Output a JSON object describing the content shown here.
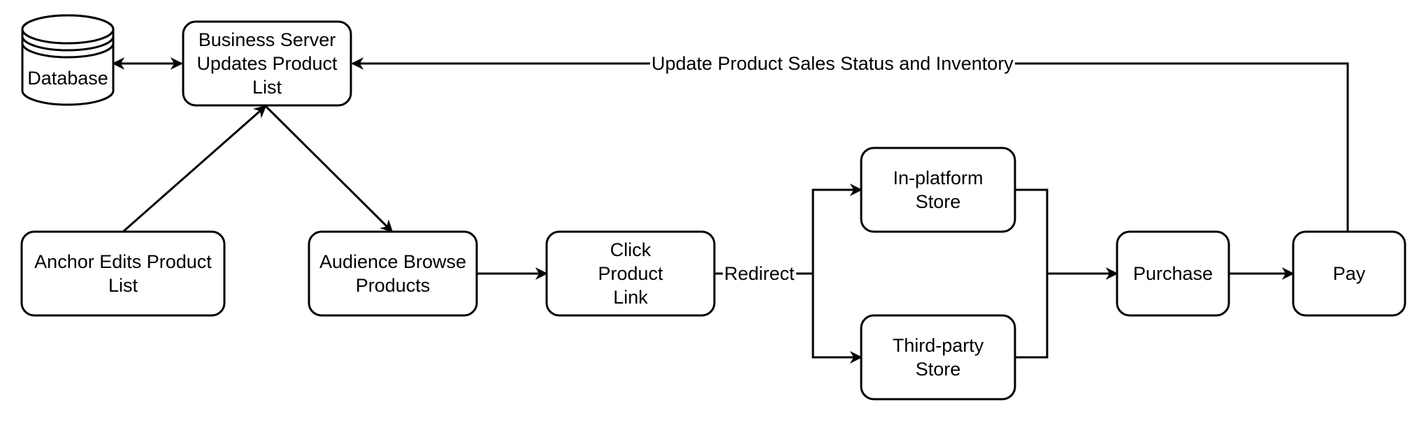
{
  "nodes": {
    "database": "Database",
    "business_server": "Business Server Updates Product List",
    "anchor_edits": "Anchor Edits Product List",
    "audience_browse": "Audience Browse Products",
    "click_link": "Click Product Link",
    "in_platform_store": "In-platform Store",
    "third_party_store": "Third-party Store",
    "purchase": "Purchase",
    "pay": "Pay"
  },
  "edge_labels": {
    "redirect": "Redirect",
    "update_status": "Update Product Sales Status and Inventory"
  },
  "colors": {
    "stroke": "#000000",
    "fill": "#ffffff"
  }
}
